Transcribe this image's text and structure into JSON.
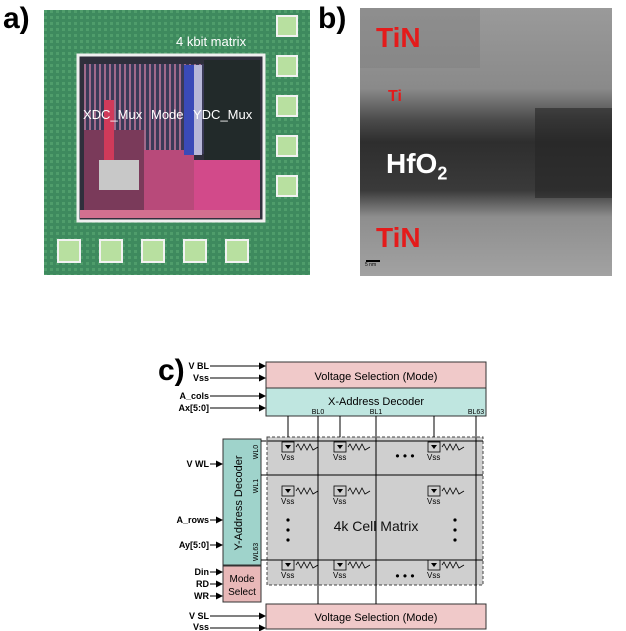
{
  "panel_a": {
    "label": "a)",
    "annotations": {
      "matrix": "4 kbit matrix",
      "xdc_mux": "XDC_Mux",
      "mode": "Mode",
      "ydc_mux": "YDC_Mux"
    }
  },
  "panel_b": {
    "label": "b)",
    "layers": {
      "top": "TiN",
      "ti": "Ti",
      "oxide_base": "HfO",
      "oxide_sub": "2",
      "bottom": "TiN"
    },
    "scale_bar": "5 nm"
  },
  "panel_c": {
    "label": "c)",
    "blocks": {
      "voltage_top": "Voltage Selection (Mode)",
      "x_decoder": "X-Address Decoder",
      "y_decoder": "Y-Address Decoder",
      "mode_select_line1": "Mode",
      "mode_select_line2": "Select",
      "matrix": "4k Cell  Matrix",
      "voltage_bottom": "Voltage Selection (Mode)"
    },
    "signals": {
      "vbl": "V BL",
      "vss_top": "Vss",
      "a_cols": "A_cols",
      "ax": "Ax[5:0]",
      "vwl": "V WL",
      "a_rows": "A_rows",
      "ay": "Ay[5:0]",
      "din": "Din",
      "rd": "RD",
      "wr": "WR",
      "vsl": "V SL",
      "vss_bottom": "Vss"
    },
    "bitlines": [
      "BL0",
      "BL1",
      "BL63"
    ],
    "wordlines": [
      "WL0",
      "WL1",
      "WL63"
    ],
    "cell_vss": "Vss",
    "dots": "• • •"
  },
  "colors": {
    "voltage_fill": "#f0c9c9",
    "decoder_fill": "#bfe6e0",
    "ydecoder_fill": "#9fd3cb",
    "mode_fill": "#e8b8b8",
    "matrix_fill": "#cfcfcf",
    "ti_red": "#e41b1b"
  }
}
